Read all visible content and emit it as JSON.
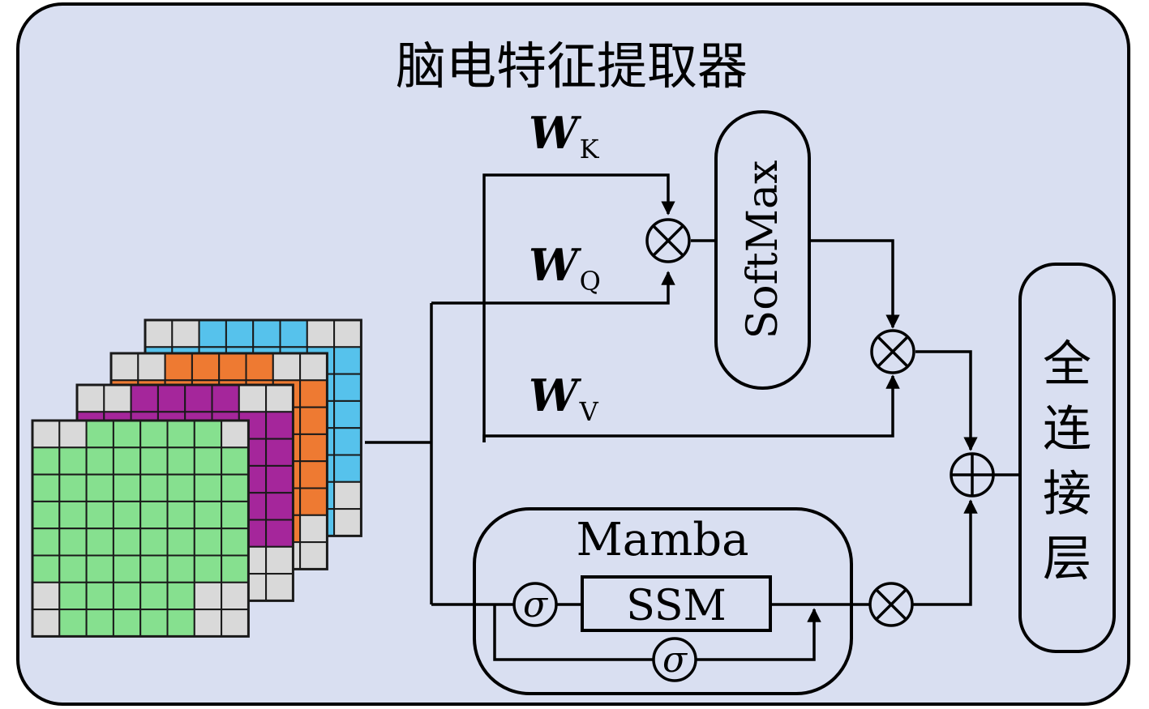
{
  "title": "脑电特征提取器",
  "weights": {
    "k": {
      "letter": "W",
      "sub": "K"
    },
    "q": {
      "letter": "W",
      "sub": "Q"
    },
    "v": {
      "letter": "W",
      "sub": "V"
    }
  },
  "softmax_label": "SoftMax",
  "mamba": {
    "label": "Mamba",
    "ssm_label": "SSM",
    "gate_symbol": "σ"
  },
  "output_chars": [
    "全",
    "连",
    "接",
    "层"
  ],
  "operators": {
    "multiply": "⊗",
    "add": "⊕"
  },
  "colors": {
    "panel_bg": "#d9dff1",
    "cell_gray": "#d9d9d9",
    "layer1": "#56c2ec",
    "layer2": "#ee7a32",
    "layer3": "#a5269b",
    "layer4": "#86e08f"
  },
  "feature_maps": [
    {
      "name": "blue",
      "color_key": "layer1"
    },
    {
      "name": "orange",
      "color_key": "layer2"
    },
    {
      "name": "purple",
      "color_key": "layer3"
    },
    {
      "name": "green",
      "color_key": "layer4"
    }
  ]
}
